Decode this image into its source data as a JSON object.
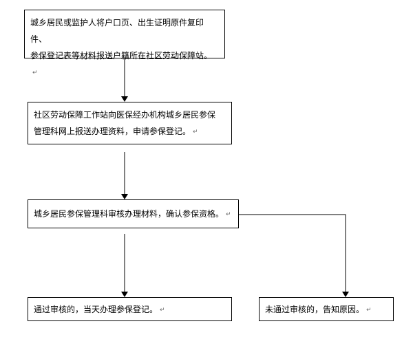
{
  "steps": {
    "submit": {
      "line1": "城乡居民或监护人将户口页、出生证明原件复印件、",
      "line2": "参保登记表等材料报送户籍所在社区劳动保障站。"
    },
    "report": {
      "line1": "社区劳动保障工作站向医保经办机构城乡居民参保",
      "line2": "管理科网上报送办理资料，申请参保登记。"
    },
    "review": {
      "line1": "城乡居民参保管理科审核办理材料，确认参保资格。"
    },
    "approved": {
      "line1": "通过审核的，当天办理参保登记。"
    },
    "rejected": {
      "line1": "未通过审核的，告知原因。"
    }
  },
  "paragraph_mark": "↵"
}
